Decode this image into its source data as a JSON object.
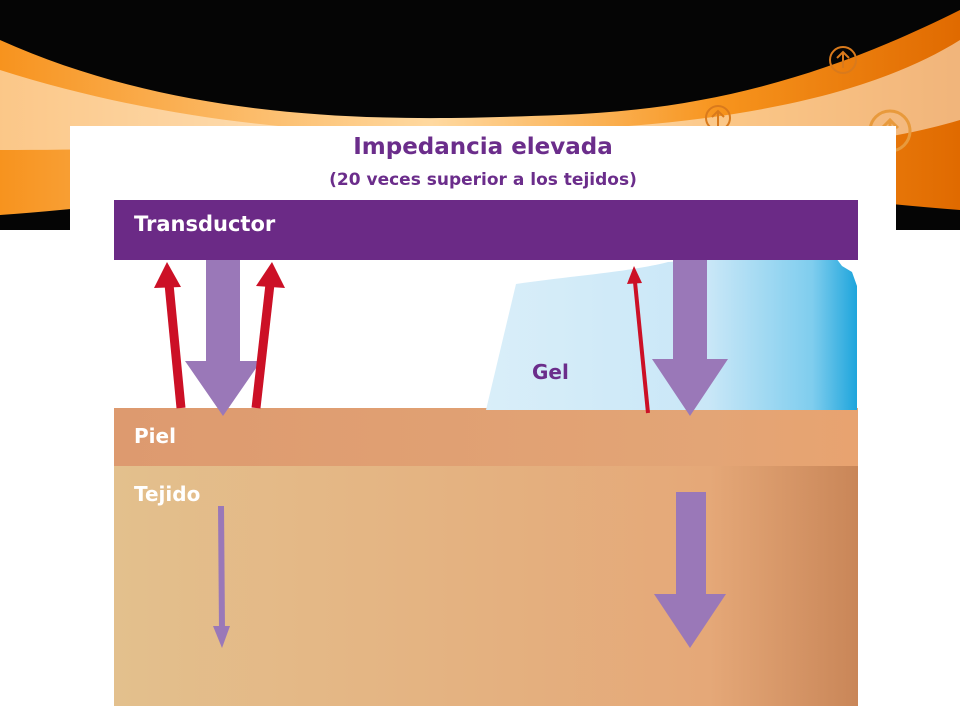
{
  "diagram": {
    "title": "Impedancia elevada",
    "subtitle": "(20 veces superior a los tejidos)",
    "labels": {
      "transducer": "Transductor",
      "gel": "Gel",
      "skin": "Piel",
      "tissue": "Tejido"
    }
  },
  "colors": {
    "transducer": "#6b2a86",
    "skin": "#de9a70",
    "tissue": "#e3b482",
    "gel": "#cfe9f7",
    "arrow_transmitted": "#9a78b8",
    "arrow_reflected": "#cc1026",
    "title_text": "#6b2d8b"
  },
  "icons": [
    "up-arrow-circle-icon",
    "up-arrow-circle-icon",
    "up-arrow-circle-icon"
  ]
}
